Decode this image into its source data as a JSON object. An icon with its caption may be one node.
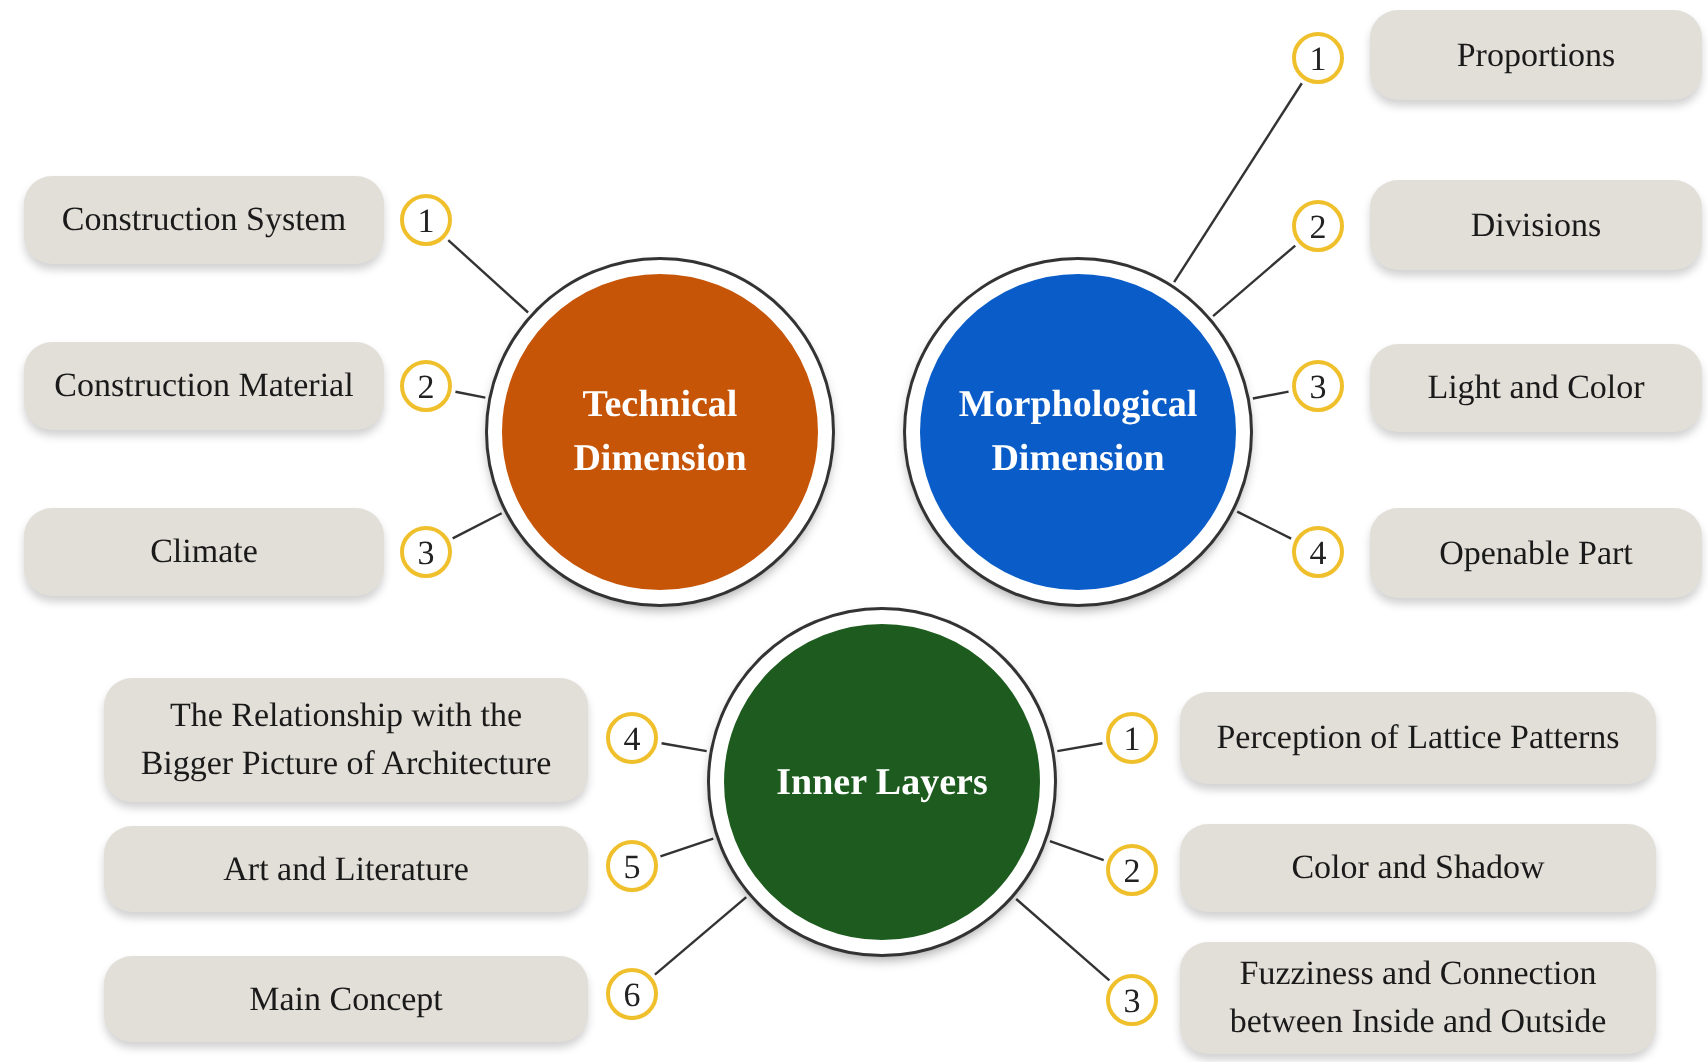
{
  "diagram": {
    "nodes": [
      {
        "text": [
          "Technical Dimension"
        ]
      },
      {
        "text": [
          "1"
        ]
      },
      {
        "text": [
          "Construction System"
        ]
      },
      {
        "text": [
          "2"
        ]
      },
      {
        "text": [
          "Construction Material"
        ]
      },
      {
        "text": [
          "3"
        ]
      },
      {
        "text": [
          "Climate"
        ]
      },
      {
        "text": [
          "Morphological Dimension"
        ]
      },
      {
        "text": [
          "1"
        ]
      },
      {
        "text": [
          "Proportions"
        ]
      },
      {
        "text": [
          "2"
        ]
      },
      {
        "text": [
          "Divisions"
        ]
      },
      {
        "text": [
          "3"
        ]
      },
      {
        "text": [
          "Light and Color"
        ]
      },
      {
        "text": [
          "4"
        ]
      },
      {
        "text": [
          "Openable Part"
        ]
      },
      {
        "text": [
          "Inner Layers"
        ]
      },
      {
        "text": [
          "4"
        ]
      },
      {
        "text": [
          "The Relationship with the Bigger Picture of Architecture"
        ]
      },
      {
        "text": [
          "1"
        ]
      },
      {
        "text": [
          "Perception of Lattice Patterns"
        ]
      },
      {
        "text": [
          "5"
        ]
      },
      {
        "text": [
          "Art and Literature"
        ]
      },
      {
        "text": [
          "2"
        ]
      },
      {
        "text": [
          "Color and Shadow"
        ]
      },
      {
        "text": [
          "6"
        ]
      },
      {
        "text": [
          "Main Concept"
        ]
      },
      {
        "text": [
          "3"
        ]
      },
      {
        "text": [
          "Fuzziness and Connection between Inside and Outside"
        ]
      }
    ],
    "edges": [
      {
        "from": 0,
        "to": 1,
        "arrow": "none"
      },
      {
        "from": 0,
        "to": 3,
        "arrow": "none"
      },
      {
        "from": 0,
        "to": 5,
        "arrow": "none"
      },
      {
        "from": 7,
        "to": 8,
        "arrow": "none"
      },
      {
        "from": 7,
        "to": 10,
        "arrow": "none"
      },
      {
        "from": 7,
        "to": 12,
        "arrow": "none"
      },
      {
        "from": 7,
        "to": 14,
        "arrow": "none"
      },
      {
        "from": 16,
        "to": 17,
        "arrow": "none"
      },
      {
        "from": 16,
        "to": 19,
        "arrow": "none"
      },
      {
        "from": 16,
        "to": 21,
        "arrow": "none"
      },
      {
        "from": 16,
        "to": 23,
        "arrow": "none"
      },
      {
        "from": 16,
        "to": 25,
        "arrow": "none"
      },
      {
        "from": 16,
        "to": 27,
        "arrow": "none"
      }
    ]
  }
}
